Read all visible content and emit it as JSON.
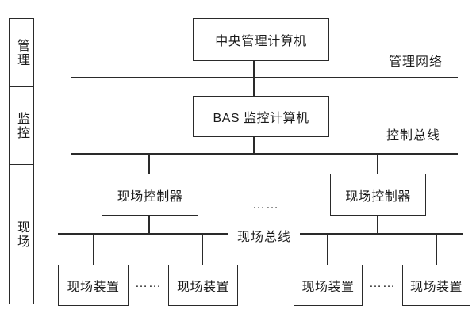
{
  "layers": [
    {
      "label": "管理"
    },
    {
      "label": "监控"
    },
    {
      "label": "现场"
    }
  ],
  "nodes": {
    "central_computer": {
      "label": "中央管理计算机"
    },
    "bas_computer": {
      "label": "BAS 监控计算机"
    },
    "field_controllers": [
      {
        "label": "现场控制器"
      },
      {
        "label": "现场控制器"
      }
    ],
    "field_devices": [
      {
        "label": "现场装置"
      },
      {
        "label": "现场装置"
      },
      {
        "label": "现场装置"
      },
      {
        "label": "现场装置"
      }
    ]
  },
  "buses": {
    "management_network": {
      "label": "管理网络"
    },
    "control_bus": {
      "label": "控制总线"
    },
    "field_bus": {
      "label": "现场总线"
    }
  },
  "ellipsis": {
    "controllers": "……",
    "devices_left": "……",
    "devices_right": "……"
  },
  "colors": {
    "background": "#ffffff",
    "line": "#2a2a2a",
    "text": "#1a1a1a"
  }
}
